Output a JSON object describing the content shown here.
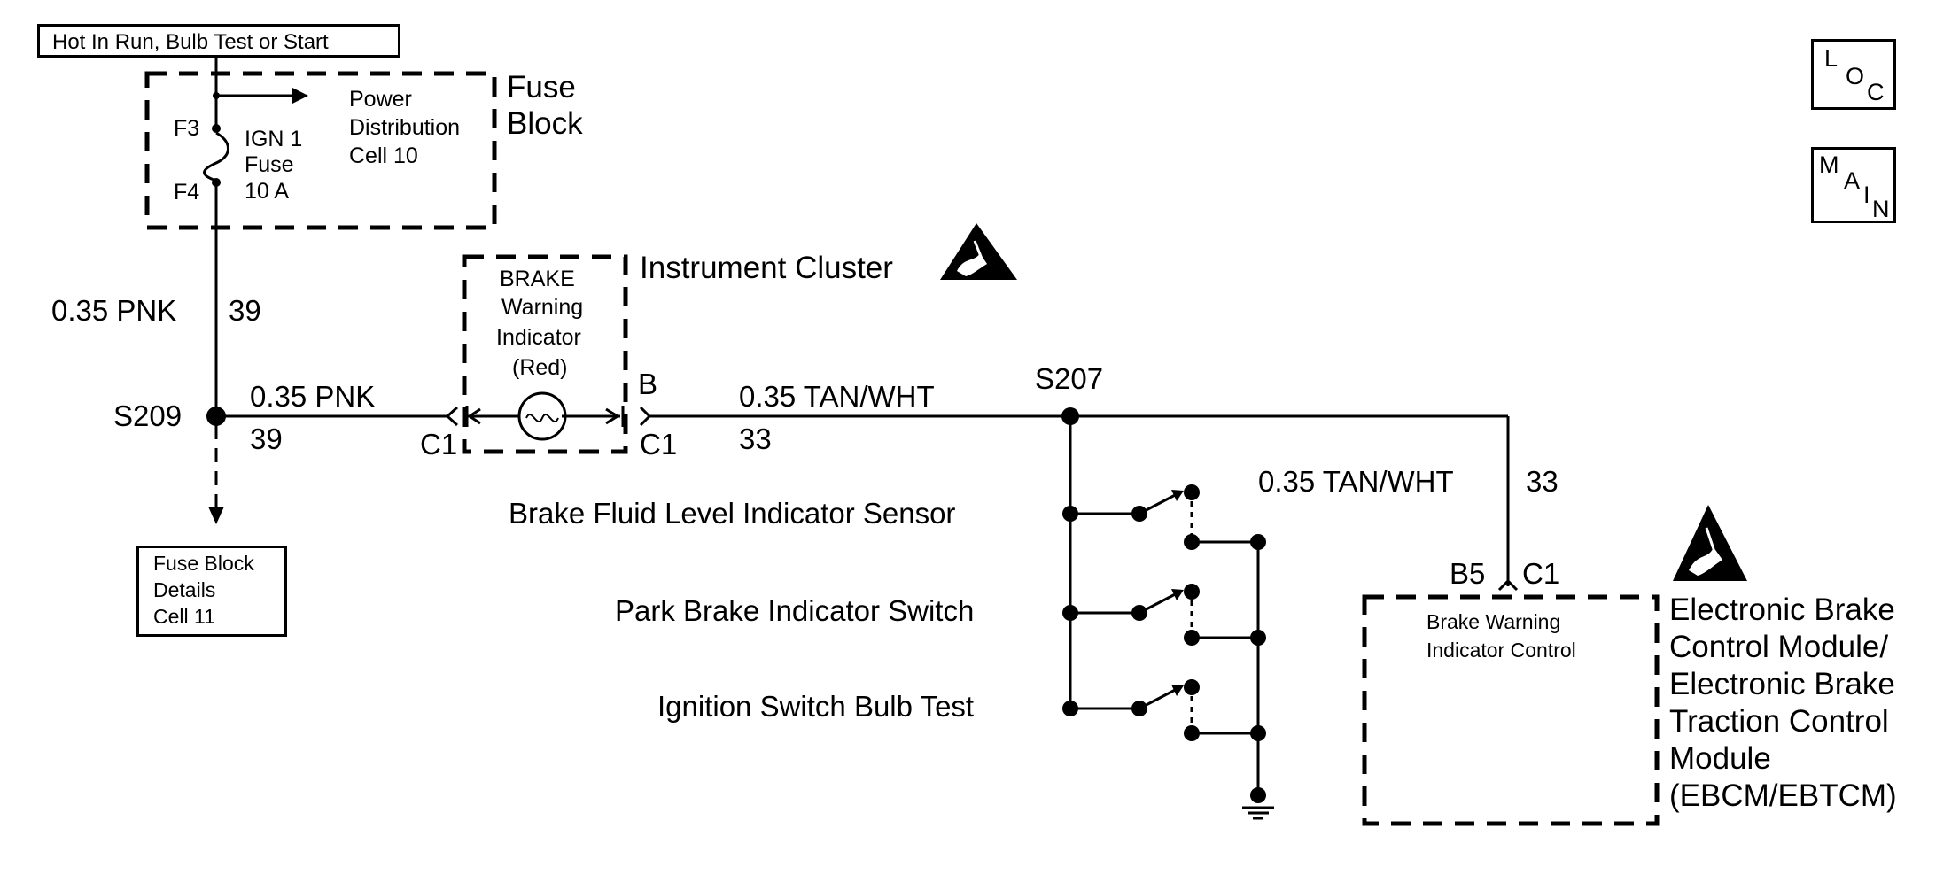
{
  "power_header": "Hot In Run, Bulb Test or Start",
  "fuse_block": {
    "title_line1": "Fuse",
    "title_line2": "Block",
    "terminal_top": "F3",
    "terminal_bottom": "F4",
    "fuse_line1": "IGN 1",
    "fuse_line2": "Fuse",
    "fuse_line3": "10 A",
    "ref_line1": "Power",
    "ref_line2": "Distribution",
    "ref_line3": "Cell 10"
  },
  "wires": {
    "vertical_color": "0.35 PNK",
    "vertical_circuit": "39",
    "left_color": "0.35 PNK",
    "left_circuit": "39",
    "right_color": "0.35 TAN/WHT",
    "right_circuit": "33",
    "drop_color": "0.35 TAN/WHT",
    "drop_circuit": "33"
  },
  "splices": {
    "s209": "S209",
    "s207": "S207"
  },
  "fuse_block_details": {
    "line1": "Fuse Block",
    "line2": "Details",
    "line3": "Cell 11"
  },
  "instrument_cluster": {
    "title": "Instrument Cluster",
    "indicator_line1": "BRAKE",
    "indicator_line2": "Warning",
    "indicator_line3": "Indicator",
    "indicator_line4": "(Red)",
    "left_connector": "C1",
    "right_pin": "B",
    "right_connector": "C1"
  },
  "switches": [
    {
      "label": "Brake Fluid Level Indicator Sensor"
    },
    {
      "label": "Park Brake Indicator Switch"
    },
    {
      "label": "Ignition Switch Bulb Test"
    }
  ],
  "ebcm": {
    "pin": "B5",
    "connector": "C1",
    "internal_line1": "Brake Warning",
    "internal_line2": "Indicator Control",
    "name_line1": "Electronic Brake",
    "name_line2": "Control Module/",
    "name_line3": "Electronic Brake",
    "name_line4": "Traction Control",
    "name_line5": "Module",
    "name_line6": "(EBCM/EBTCM)"
  },
  "nav": {
    "loc": [
      "L",
      "O",
      "C"
    ],
    "main": [
      "M",
      "A",
      "I",
      "N"
    ]
  },
  "icons": [
    "esd-warning-icon",
    "ground-icon",
    "lamp-icon",
    "fuse-icon",
    "arrow-icon"
  ]
}
